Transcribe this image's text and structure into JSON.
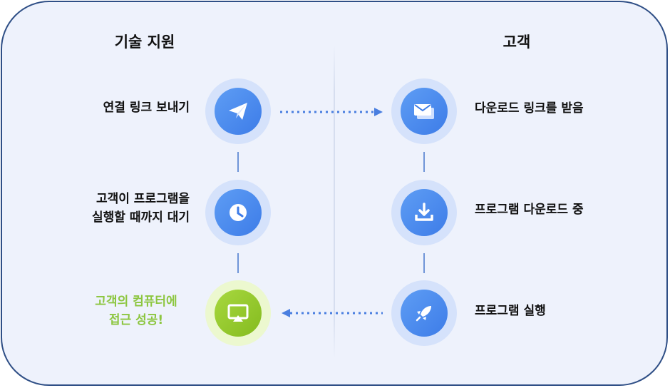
{
  "columns": {
    "left_title": "기술 지원",
    "right_title": "고객"
  },
  "left_steps": [
    {
      "lines": [
        "연결 링크 보내기"
      ],
      "icon": "paper-plane-icon"
    },
    {
      "lines": [
        "고객이 프로그램을",
        "실행할 때까지 대기"
      ],
      "icon": "clock-icon"
    },
    {
      "lines": [
        "고객의 컴퓨터에",
        "접근 성공!"
      ],
      "icon": "screen-cast-icon",
      "status_color": "#8cc63f"
    }
  ],
  "right_steps": [
    {
      "lines": [
        "다운로드 링크를 받음"
      ],
      "icon": "envelope-icon"
    },
    {
      "lines": [
        "프로그램 다운로드 중"
      ],
      "icon": "download-icon"
    },
    {
      "lines": [
        "프로그램 실행"
      ],
      "icon": "rocket-icon"
    }
  ],
  "colors": {
    "border": "#2f4f86",
    "background": "#eef2fc",
    "node_blue": "#4a8bf0",
    "node_green": "#96cb2f",
    "success_text": "#8cc63f",
    "arrow": "#4a7fe0"
  }
}
